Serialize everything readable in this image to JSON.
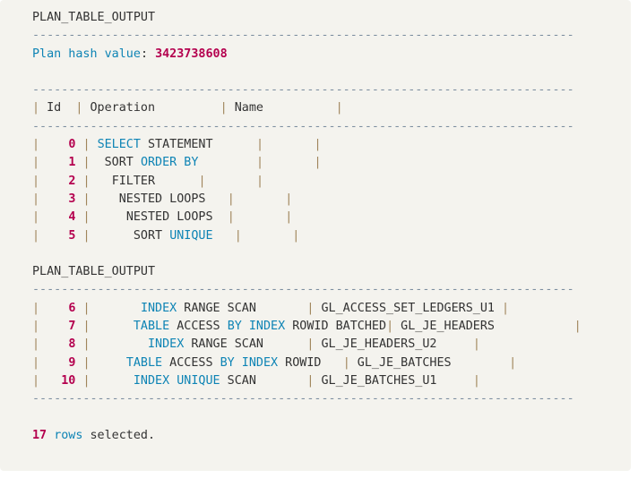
{
  "theme": {
    "page_background": "#ffffff",
    "block_background": "#f4f3ee",
    "text_color": "#333333",
    "keyword_color": "#0e84b5",
    "number_color": "#b4004e",
    "pipe_color": "#a0855b",
    "rule_color": "#7d8fa0"
  },
  "output": {
    "column_header_1": "PLAN_TABLE_OUTPUT",
    "rule_1": "---------------------------------------------------------------------------",
    "plan_hash_label": "Plan hash value",
    "plan_hash_separator": ": ",
    "plan_hash_value": "3423738608",
    "rule_2": "---------------------------------------------------------------------------",
    "table_header": {
      "pipe": "|",
      "id": " Id  ",
      "operation": " Operation         ",
      "name": " Name          ",
      "trailing_pad": "        "
    },
    "rule_3": "---------------------------------------------------------------------------",
    "column_header_2": "PLAN_TABLE_OUTPUT",
    "rule_4": "---------------------------------------------------------------------------",
    "rule_5": "---------------------------------------------------------------------------",
    "footer_count": "17",
    "footer_word": "rows",
    "footer_text": " selected."
  },
  "plan_rows_block1": [
    {
      "id": "0",
      "indent": " ",
      "op_keyword": "SELECT",
      "op_rest": " STATEMENT",
      "op_pad": "      ",
      "name": "       ",
      "name_lead": "",
      "trail": ""
    },
    {
      "id": "1",
      "indent": "  ",
      "op_keyword": "SORT ORDER BY",
      "op_keyword_pre": "SORT ",
      "op_kw_only": "ORDER BY",
      "op_rest": "",
      "op_pad": "        ",
      "name": "       ",
      "trail": ""
    },
    {
      "id": "2",
      "indent": "   ",
      "op_plain": "FILTER",
      "op_pad": "      ",
      "name": "       ",
      "trail": ""
    },
    {
      "id": "3",
      "indent": "    ",
      "op_plain": "NESTED LOOPS",
      "op_pad": "   ",
      "name": "       ",
      "trail": ""
    },
    {
      "id": "4",
      "indent": "     ",
      "op_plain": "NESTED LOOPS",
      "op_pad": "  ",
      "name": "       ",
      "trail": ""
    },
    {
      "id": "5",
      "indent": "      ",
      "op_pre": "SORT ",
      "op_kw": "UNIQUE",
      "op_pad": "   ",
      "name": "       ",
      "trail": ""
    }
  ],
  "plan_rows_block2": [
    {
      "id": "6",
      "indent": "       ",
      "op_kw": "INDEX",
      "op_rest": " RANGE SCAN",
      "op_pad": "       ",
      "name": " GL_ACCESS_SET_LEDGERS_U1 "
    },
    {
      "id": "7",
      "indent": "      ",
      "op_kw": "TABLE",
      "op_mid1": " ACCESS ",
      "op_kw2": "BY INDEX",
      "op_rest": " ROWID BATCHED",
      "op_pad": "",
      "name": " GL_JE_HEADERS           "
    },
    {
      "id": "8",
      "indent": "        ",
      "op_kw": "INDEX",
      "op_rest": " RANGE SCAN",
      "op_pad": "      ",
      "name": " GL_JE_HEADERS_U2     "
    },
    {
      "id": "9",
      "indent": "     ",
      "op_kw": "TABLE",
      "op_mid1": " ACCESS ",
      "op_kw2": "BY INDEX",
      "op_rest": " ROWID",
      "op_pad": "   ",
      "name": " GL_JE_BATCHES        "
    },
    {
      "id": "10",
      "indent": "      ",
      "op_kw": "INDEX UNIQUE",
      "op_rest": " SCAN",
      "op_pad": "       ",
      "name": " GL_JE_BATCHES_U1     "
    }
  ]
}
